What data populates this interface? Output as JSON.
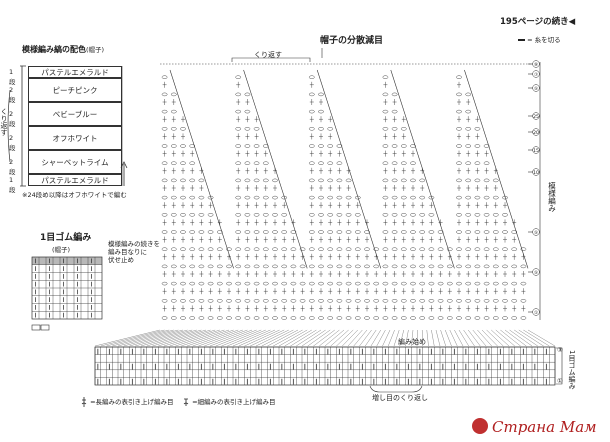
{
  "continued": "195ページの続き◀",
  "cut_note": "= 糸を切る",
  "main_title": "帽子の分散減目",
  "repeat_top": "くり返す",
  "pattern_side_label": "模様編み",
  "color_block": {
    "title": "模様編み縞の配色",
    "title_note": "(帽子)",
    "side_label": "くり返す",
    "rows": [
      {
        "label": "パステルエメラルド",
        "count": "1段"
      },
      {
        "label": "ピーチピンク",
        "count": "2段"
      },
      {
        "label": "ベビーブルー",
        "count": "2段"
      },
      {
        "label": "オフホワイト",
        "count": "2段"
      },
      {
        "label": "シャーベットライム",
        "count": "2段"
      },
      {
        "label": "パステルエメラルド",
        "count": "1段"
      }
    ],
    "note": "※24段め以降はオフホワイトで編む"
  },
  "rib": {
    "title": "1目ゴム編み",
    "sub": "(帽子)",
    "note_lines": [
      "模様編みの続きを",
      "編み目なりに",
      "伏せ止め"
    ]
  },
  "bottom": {
    "start": "編み始め",
    "increase": "増し目のくり返し",
    "rib_label": "1目ゴム編み",
    "legend1": "=長編みの表引き上げ編み目",
    "legend2": "=細編みの表引き上げ編み目",
    "rib_rows": [
      "③",
      "①"
    ]
  },
  "row_numbers": [
    "⑨",
    "⑦",
    "⑤",
    "25",
    "20",
    "15",
    "10",
    "⑤",
    "⑤",
    "①"
  ],
  "watermark": "Страна Мам",
  "chart_data": {
    "type": "table",
    "title": "帽子の分散減目",
    "repeat_sections": 5,
    "body_rows": 28,
    "color_rows": 10
  }
}
